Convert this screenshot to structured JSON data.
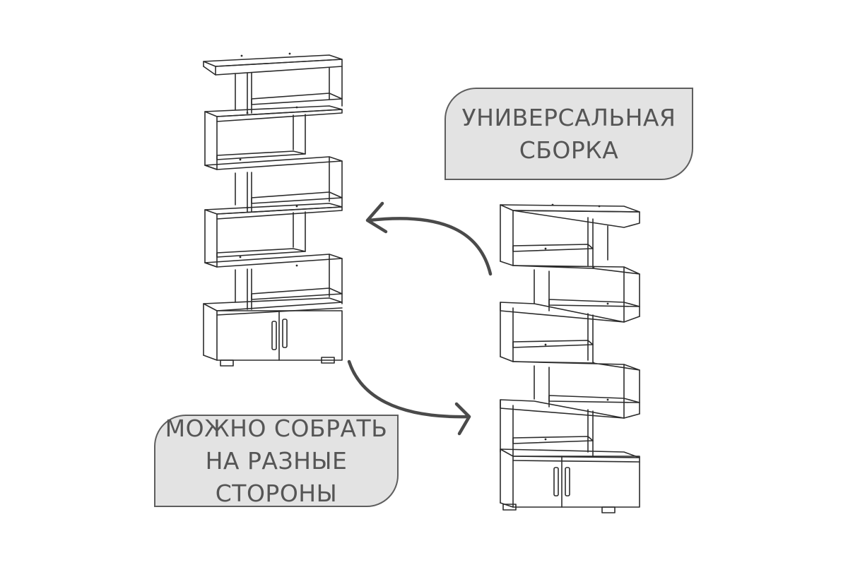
{
  "badges": {
    "top": {
      "lines": [
        "УНИВЕРСАЛЬНАЯ",
        "СБОРКА"
      ]
    },
    "bottom": {
      "lines": [
        "МОЖНО СОБРАТЬ",
        "НА РАЗНЫЕ",
        "СТОРОНЫ"
      ]
    }
  },
  "colors": {
    "line": "#2b2b2b",
    "arrow": "#4a4a4a",
    "badge_fill": "#e3e3e3",
    "badge_border": "#5e5e5e",
    "badge_text": "#555555"
  },
  "icons": {
    "top_arrow": "curved-arrow-left-icon",
    "bottom_arrow": "curved-arrow-right-icon"
  }
}
